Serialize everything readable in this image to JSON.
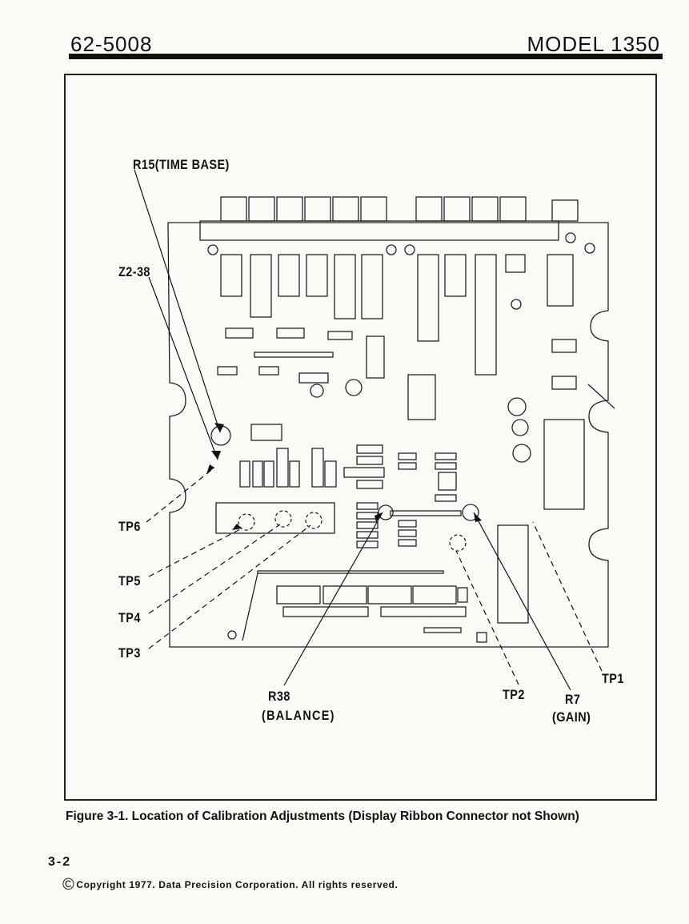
{
  "header": {
    "doc_number": "62-5008",
    "model": "MODEL 1350"
  },
  "labels": {
    "r15": "R15(TIME BASE)",
    "z2": "Z2-38",
    "tp6": "TP6",
    "tp5": "TP5",
    "tp4": "TP4",
    "tp3": "TP3",
    "r38": "R38",
    "balance": "(BALANCE)",
    "tp2": "TP2",
    "r7": "R7",
    "gain": "(GAIN)",
    "tp1": "TP1"
  },
  "caption": "Figure 3-1.  Location of Calibration Adjustments (Display Ribbon Connector not Shown)",
  "page_number": "3-2",
  "copyright": "Copyright 1977. Data Precision Corporation. All rights reserved."
}
